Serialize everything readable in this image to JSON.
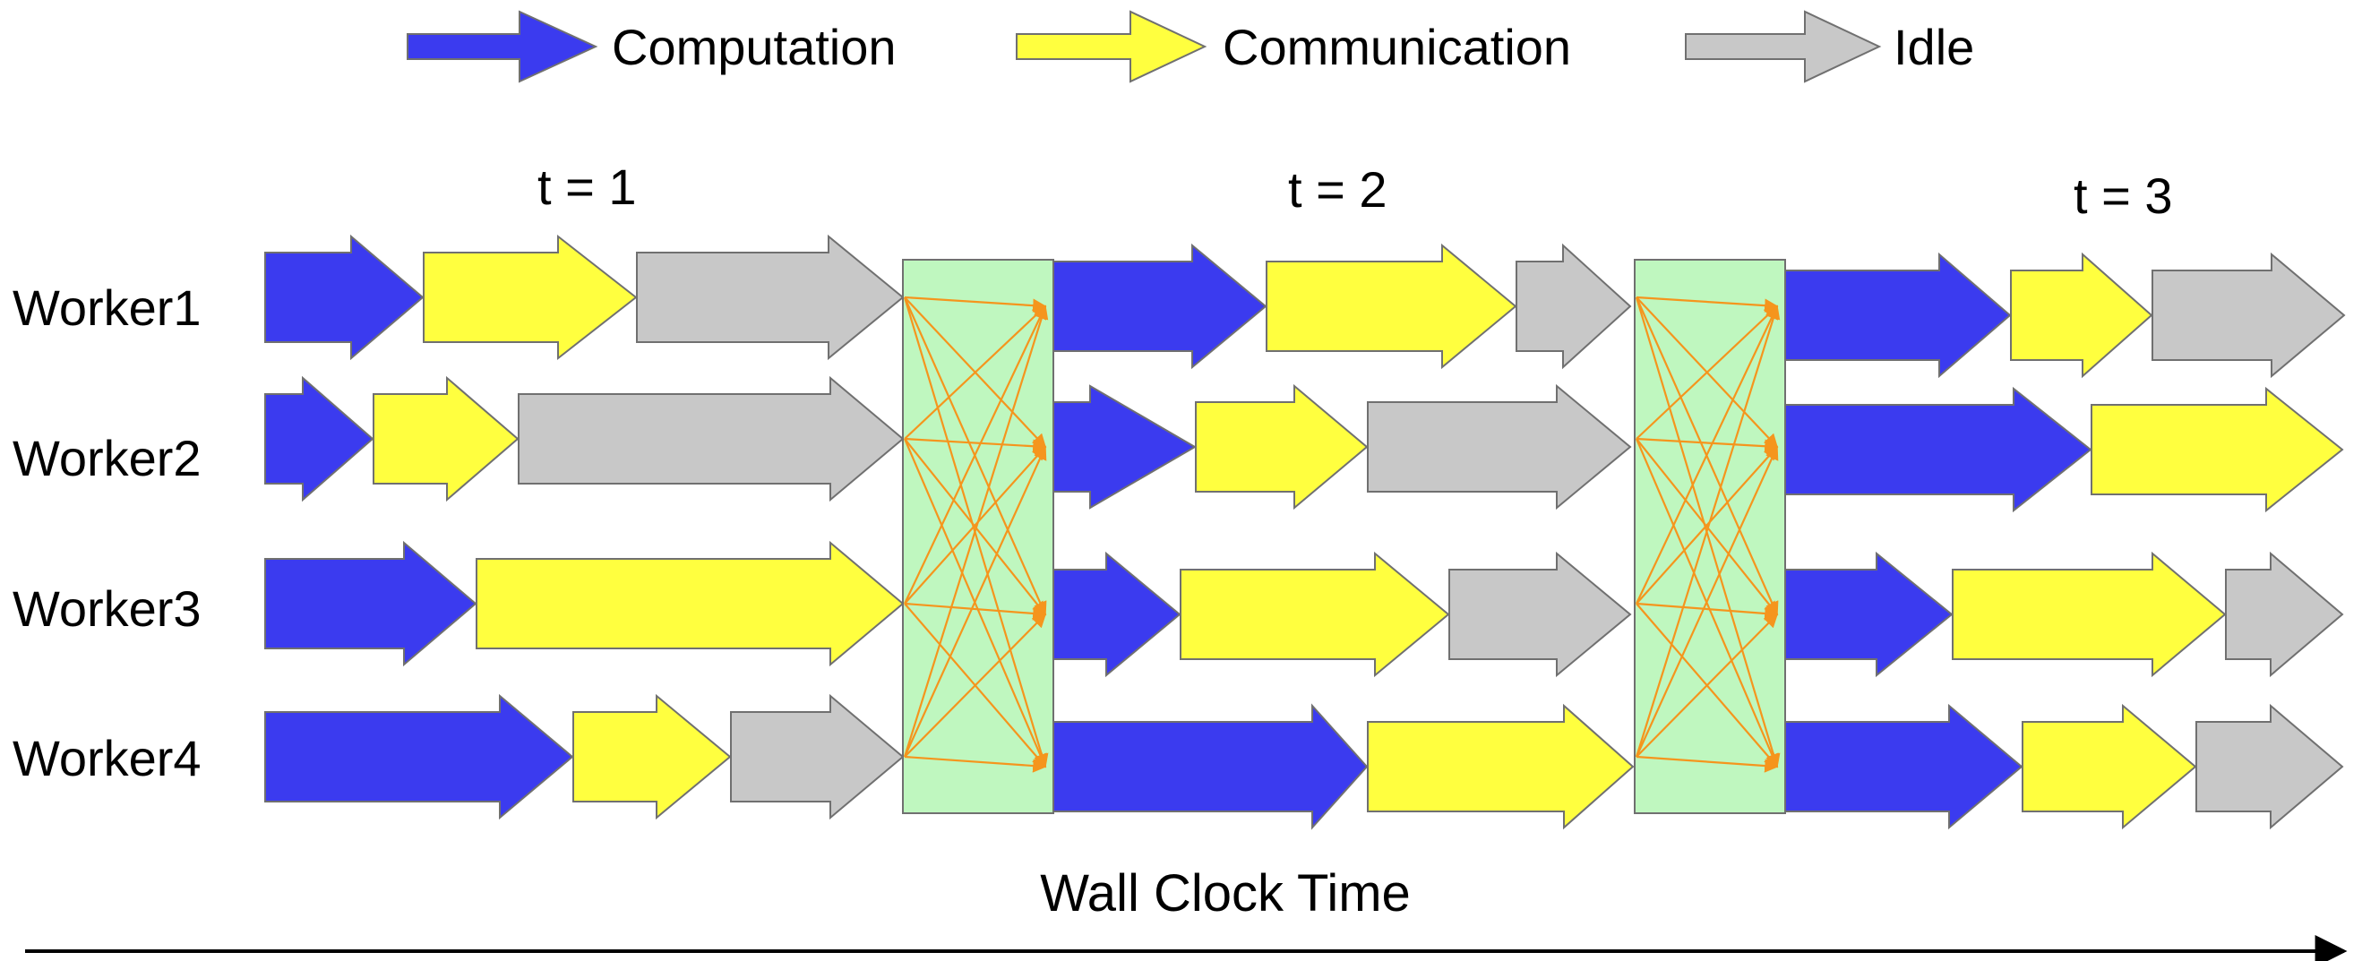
{
  "legend": [
    {
      "key": "computation",
      "label": "Computation",
      "color": "#3b3bef"
    },
    {
      "key": "communication",
      "label": "Communication",
      "color": "#ffff3f"
    },
    {
      "key": "idle",
      "label": "Idle",
      "color": "#c8c8c8"
    }
  ],
  "workers": [
    "Worker1",
    "Worker2",
    "Worker3",
    "Worker4"
  ],
  "iterations": [
    "t = 1",
    "t = 2",
    "t = 3"
  ],
  "axis_label": "Wall Clock Time",
  "colors": {
    "computation": "#3b3bef",
    "communication": "#ffff3f",
    "idle": "#c8c8c8",
    "sync_block": "#bff7bf",
    "sync_arrows": "#f5951d",
    "outline": "#707070"
  }
}
